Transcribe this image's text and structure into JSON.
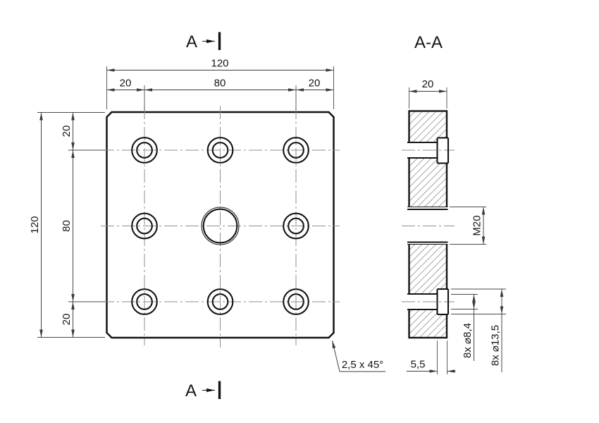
{
  "drawing": {
    "cutting_plane": {
      "letter": "A"
    },
    "section_title": "A-A",
    "front_view": {
      "width_total": "120",
      "width_segments": [
        "20",
        "80",
        "20"
      ],
      "height_total": "120",
      "height_segments": [
        "20",
        "80",
        "20"
      ],
      "chamfer_note": "2,5 x 45°"
    },
    "section_view": {
      "thickness": "20",
      "thread_spec": "M20",
      "through_hole_spec": "8x ⌀8,4",
      "counterbore_spec": "8x ⌀13,5",
      "counterbore_depth": "5,5"
    },
    "colors": {
      "line": "#141414",
      "dimension": "#3c3c3c",
      "centerline": "#8f8f8f",
      "hatch": "#9b9b9b",
      "background": "#ffffff"
    }
  }
}
